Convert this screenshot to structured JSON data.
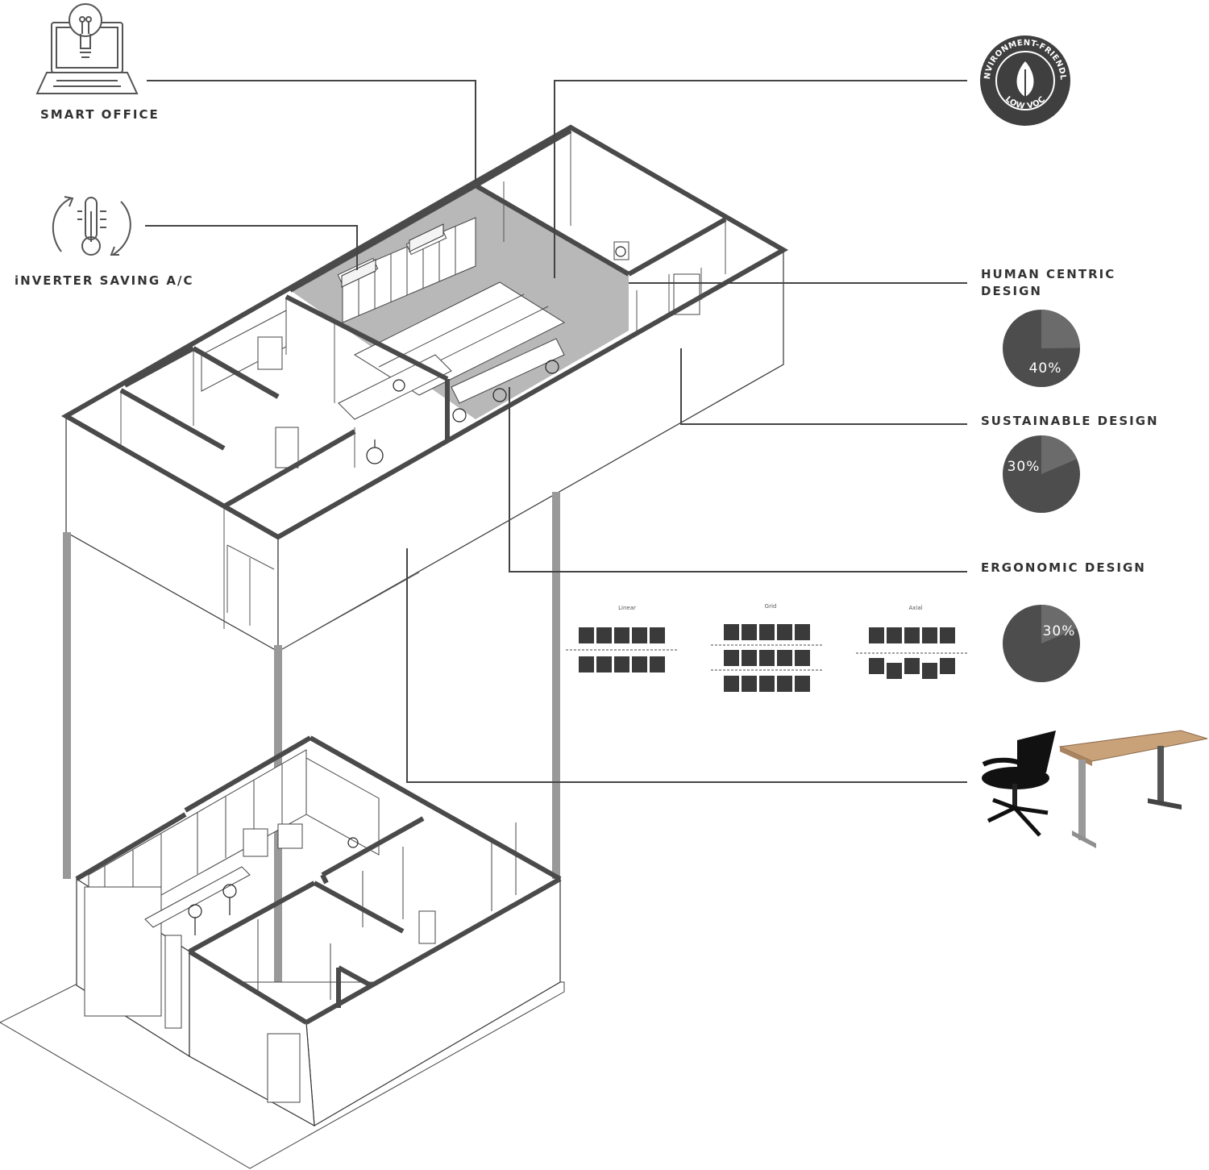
{
  "features": {
    "smart_office": "SMART OFFICE",
    "inverter": "iNVERTER SAVING A/C",
    "human_centric_line1": "HUMAN CENTRIC",
    "human_centric_line2": "DESIGN",
    "sustainable": "SUSTAINABLE DESIGN",
    "ergonomic": "ERGONOMIC DESIGN"
  },
  "badge": {
    "top_text": "ENVIRONMENT-FRIENDLY",
    "bottom_text": "LOW VOC",
    "icon": "leaf-icon"
  },
  "icons": {
    "smart_office": "laptop-lightbulb-icon",
    "inverter": "thermometer-cycle-icon",
    "furniture": "office-chair-and-standing-desk-icon"
  },
  "pies": [
    {
      "name": "human-centric",
      "percent": 40,
      "label": "40%"
    },
    {
      "name": "sustainable",
      "percent": 30,
      "label": "30%"
    },
    {
      "name": "ergonomic",
      "percent": 30,
      "label": "30%"
    }
  ],
  "layouts": [
    {
      "title": "Linear",
      "rows": 2,
      "per_row": 5
    },
    {
      "title": "Grid",
      "rows": 3,
      "per_row": 5
    },
    {
      "title": "Axial",
      "rows": 2,
      "per_row": 5
    }
  ],
  "colors": {
    "wall": "#4a4a4a",
    "pie_main": "#4d4d4d",
    "pie_slice": "#6b6b6b",
    "highlight_floor": "#b8b8b8",
    "badge": "#3f3f3f"
  }
}
